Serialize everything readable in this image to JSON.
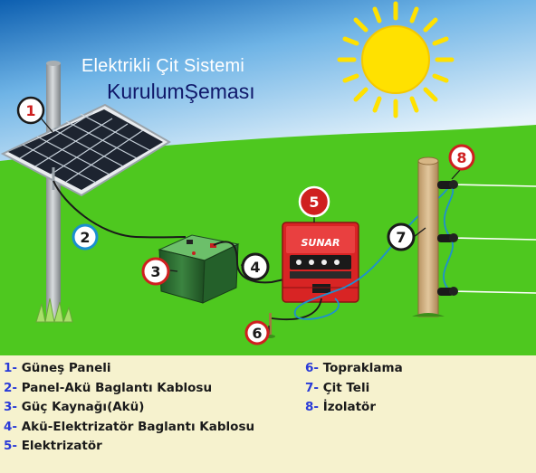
{
  "title": {
    "line1": "Elektrikli Çit Sistemi",
    "line2": "KurulumŞeması"
  },
  "device": {
    "brand": "SUNAR"
  },
  "badges": [
    {
      "number": "1"
    },
    {
      "number": "2"
    },
    {
      "number": "3"
    },
    {
      "number": "4"
    },
    {
      "number": "5"
    },
    {
      "number": "6"
    },
    {
      "number": "7"
    },
    {
      "number": "8"
    }
  ],
  "legend": {
    "left": [
      {
        "num": "1-",
        "label": "Güneş Paneli"
      },
      {
        "num": "2-",
        "label": "Panel-Akü Baglantı Kablosu"
      },
      {
        "num": "3-",
        "label": "Güç Kaynağı(Akü)"
      },
      {
        "num": "4-",
        "label": "Akü-Elektrizatör Baglantı Kablosu"
      },
      {
        "num": "5-",
        "label": "Elektrizatör"
      }
    ],
    "right": [
      {
        "num": "6-",
        "label": "Topraklama"
      },
      {
        "num": "7-",
        "label": "Çit Teli"
      },
      {
        "num": "8-",
        "label": "İzolatör"
      }
    ]
  },
  "colors": {
    "sky_top": "#0d5fb0",
    "sky_bottom": "#cfe7f7",
    "grass": "#4ec81f",
    "sun": "#ffe100",
    "badge_red": "#cf1f1f",
    "badge_blue": "#1a8fd0",
    "legend_bg": "#f6f2ce",
    "legend_num": "#2a3bd8",
    "energizer": "#d82424",
    "battery": "#2a6a2e",
    "fence_wire": "#1e8fd0"
  }
}
